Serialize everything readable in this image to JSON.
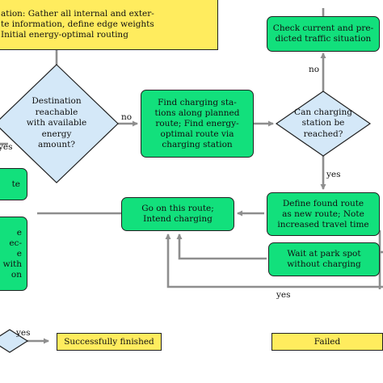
{
  "colors": {
    "process": "#12e07c",
    "terminal": "#ffec5e",
    "decision": "#d4e8f8",
    "arrow": "#8e8e8e"
  },
  "boxes": {
    "init": [
      "ation: Gather all internal and exter-",
      "te information, define edge weights",
      "Initial energy-optimal routing"
    ],
    "check_traffic": [
      "Check current and pre-",
      "dicted traffic situation"
    ],
    "find_charging": [
      "Find charging sta-",
      "tions along planned",
      "route; Find energy-",
      "optimal route via",
      "charging station"
    ],
    "define_route": [
      "Define found route",
      "as new route; Note",
      "increased travel time"
    ],
    "go_on": [
      "Go on this route;",
      "Intend charging"
    ],
    "wait_park": [
      "Wait at park spot",
      "without charging"
    ],
    "left_small": [
      "te"
    ],
    "left_tall": [
      "e",
      "ec-",
      "e",
      "with",
      "on"
    ],
    "success": [
      "Successfully finished"
    ],
    "failed": [
      "Failed"
    ]
  },
  "decisions": {
    "destination": [
      "Destination",
      "reachable",
      "with available",
      "energy",
      "amount?"
    ],
    "can_charge": [
      "Can charging",
      "station be",
      "reached?"
    ]
  },
  "labels": {
    "no_dest": "no",
    "yes_dest": "yes",
    "no_charge": "no",
    "yes_charge": "yes",
    "yes_bottom": "yes",
    "yes_final": "yes"
  }
}
